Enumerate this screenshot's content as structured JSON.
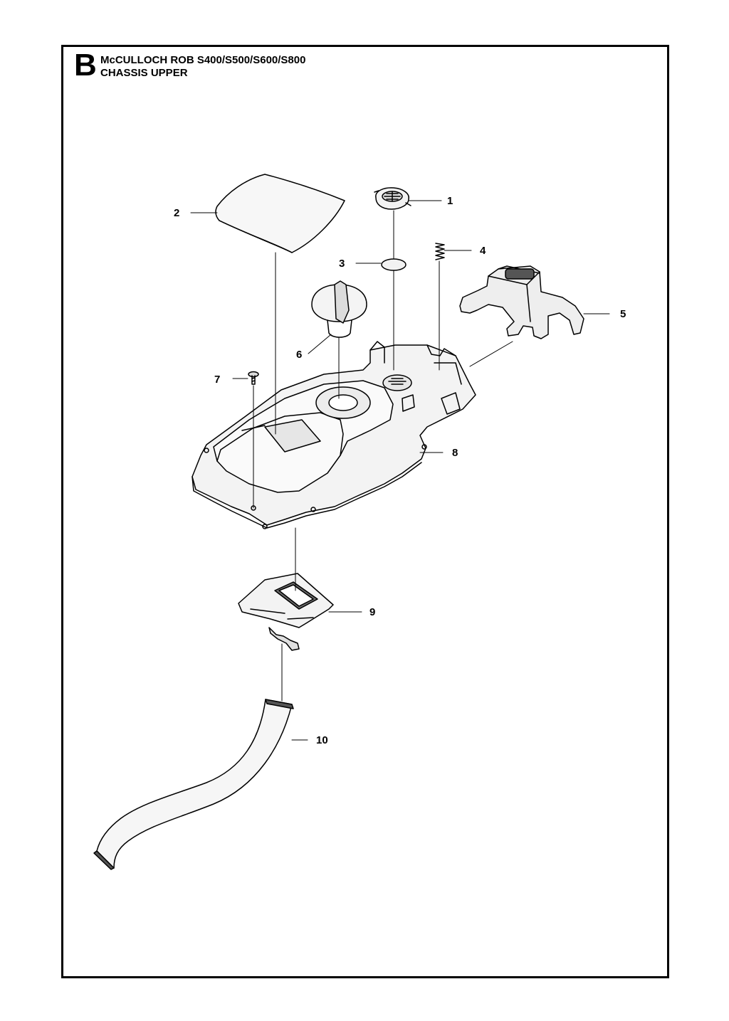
{
  "header": {
    "section_letter": "B",
    "model": "McCULLOCH ROB S400/S500/S600/S800",
    "group": "CHASSIS UPPER"
  },
  "callouts": [
    {
      "id": "1",
      "label": "1"
    },
    {
      "id": "2",
      "label": "2"
    },
    {
      "id": "3",
      "label": "3"
    },
    {
      "id": "4",
      "label": "4"
    },
    {
      "id": "5",
      "label": "5"
    },
    {
      "id": "6",
      "label": "6"
    },
    {
      "id": "7",
      "label": "7"
    },
    {
      "id": "8",
      "label": "8"
    },
    {
      "id": "9",
      "label": "9"
    },
    {
      "id": "10",
      "label": "10"
    }
  ]
}
